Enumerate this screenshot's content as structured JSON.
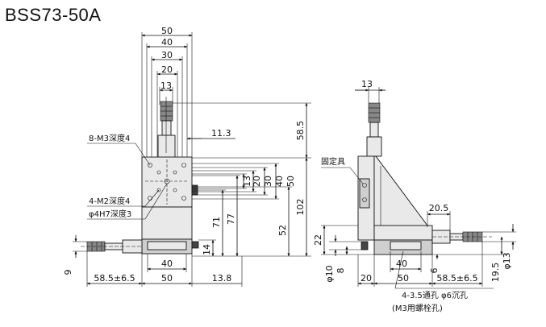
{
  "title": "BSS73-50A",
  "front_view": {
    "top_dims": [
      "50",
      "40",
      "30",
      "20",
      "13"
    ],
    "dim_11_3": "11.3",
    "dim_58_5": "58.5",
    "dim_102": "102",
    "dim_52": "52",
    "dim_77": "77",
    "dim_71": "71",
    "inner_dims": [
      "13",
      "20",
      "30",
      "40",
      "50"
    ],
    "note_m3": "8-M3深度4",
    "note_m2": "4-M2深度4",
    "note_h7": "φ4H7深度3",
    "dim_14": "14",
    "dim_9": "9",
    "bottom_left": "58.5±6.5",
    "bottom_50": "50",
    "bottom_40": "40",
    "bottom_13_8": "13.8"
  },
  "side_view": {
    "dim_13": "13",
    "label_fixture": "固定具",
    "dim_20_5": "20.5",
    "dim_22": "22",
    "dim_phi10": "φ10",
    "dim_8": "8",
    "dim_20": "20",
    "dim_50": "50",
    "dim_40": "40",
    "dim_6": "6",
    "dim_58_5": "58.5±6.5",
    "dim_19_5": "19.5",
    "dim_phi13": "φ13",
    "note_holes": "4-3.5通孔 φ6沉孔",
    "note_bolts": "(M3用螺栓孔)"
  }
}
